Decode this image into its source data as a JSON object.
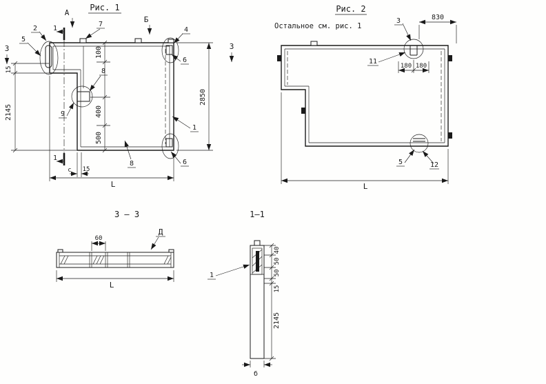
{
  "fig1": {
    "title": "Рис. 1",
    "marker_a": "А",
    "marker_b": "Б",
    "section_left": "3",
    "section_right": "3",
    "cut_top": "1",
    "cut_bottom": "1",
    "cut_bottom_suffix": "с",
    "callout_2": "2",
    "callout_5": "5",
    "callout_7": "7",
    "callout_4": "4",
    "callout_6_top": "6",
    "callout_8_top": "8",
    "callout_9": "9",
    "callout_1_right": "1",
    "callout_8_bottom": "8",
    "callout_6_bottom": "6",
    "dim_100": "100",
    "dim_400": "400",
    "dim_500": "500",
    "dim_15_left": "15",
    "dim_2145": "2145",
    "dim_2850": "2850",
    "dim_15_bottom": "15",
    "dim_L": "L"
  },
  "fig2": {
    "title": "Рис. 2",
    "note": "Остальное см. рис. 1",
    "callout_3": "3",
    "callout_11": "11",
    "callout_5": "5",
    "callout_12": "12",
    "dim_830": "830",
    "dim_180_left": "180",
    "dim_180_right": "180",
    "dim_L": "L"
  },
  "section_3_3": {
    "title": "3 — 3",
    "marker_d": "Д",
    "dim_60": "60",
    "dim_L": "L"
  },
  "section_1_1": {
    "title": "1—1",
    "callout_1": "1",
    "dim_40": "40",
    "dim_50_a": "50",
    "dim_50_b": "50",
    "dim_15": "15",
    "dim_2145": "2145",
    "dim_b": "б"
  }
}
